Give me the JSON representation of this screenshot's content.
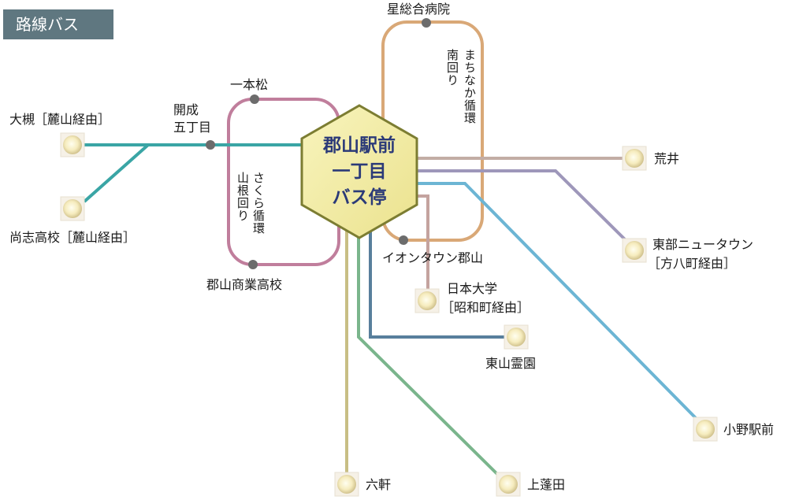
{
  "header": {
    "title": "路線バス"
  },
  "hub": {
    "line1": "郡山駅前",
    "line2": "一丁目",
    "line3": "バス停"
  },
  "loops": {
    "sakura": {
      "label1": "さくら循環",
      "label2": "山根回り"
    },
    "machinaka": {
      "label1": "まちなか循環",
      "label2": "南回り"
    }
  },
  "stops": {
    "hoshi": "星総合病院",
    "ipponmatsu": "一本松",
    "kaisei1": "開成",
    "kaisei2": "五丁目",
    "ohtsuki1": "大槻",
    "ohtsuki2": "［麓山経由］",
    "shoshi1": "尚志高校",
    "shoshi2": "［麓山経由］",
    "shogyo": "郡山商業高校",
    "aeon": "イオンタウン郡山",
    "arai": "荒井",
    "tobu1": "東部ニュータウン",
    "tobu2": "［方八町経由］",
    "nihon1": "日本大学",
    "nihon2": "［昭和町経由］",
    "higashiyama": "東山霊園",
    "ono": "小野駅前",
    "rokken": "六軒",
    "kamiyomogita": "上蓬田"
  },
  "colors": {
    "sakura_loop": "#c07e9c",
    "machinaka_loop": "#d9a877",
    "west_line": "#3aa5a5",
    "arai_line": "#c2ada5",
    "tobu_line": "#9e97ba",
    "nihon_line": "#c4a39f",
    "higashiyama_line": "#587f9c",
    "ono_line": "#6cb5d4",
    "rokken_line": "#c8be84",
    "kamiyomogita_line": "#7ab58c",
    "hub_fill": "#f3eea6",
    "hub_stroke": "#7c7d32"
  }
}
